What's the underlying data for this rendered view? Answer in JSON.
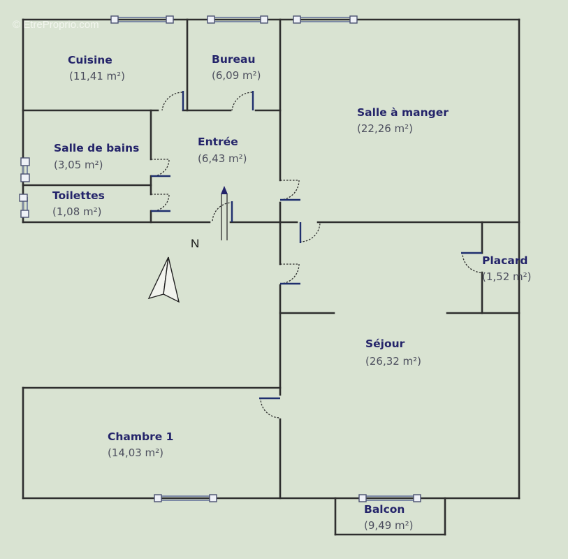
{
  "watermark": "© EtreProprio.com",
  "north_label": "N",
  "rooms": [
    {
      "id": "cuisine",
      "name": "Cuisine",
      "area": "(11,41 m²)"
    },
    {
      "id": "bureau",
      "name": "Bureau",
      "area": "(6,09 m²)"
    },
    {
      "id": "salle-a-manger",
      "name": "Salle à manger",
      "area": "(22,26 m²)"
    },
    {
      "id": "salle-de-bains",
      "name": "Salle de bains",
      "area": "(3,05 m²)"
    },
    {
      "id": "entree",
      "name": "Entrée",
      "area": "(6,43 m²)"
    },
    {
      "id": "toilettes",
      "name": "Toilettes",
      "area": "(1,08 m²)"
    },
    {
      "id": "placard",
      "name": "Placard",
      "area": "(1,52 m²)"
    },
    {
      "id": "sejour",
      "name": "Séjour",
      "area": "(26,32 m²)"
    },
    {
      "id": "chambre-1",
      "name": "Chambre 1",
      "area": "(14,03 m²)"
    },
    {
      "id": "balcon",
      "name": "Balcon",
      "area": "(9,49 m²)"
    }
  ]
}
